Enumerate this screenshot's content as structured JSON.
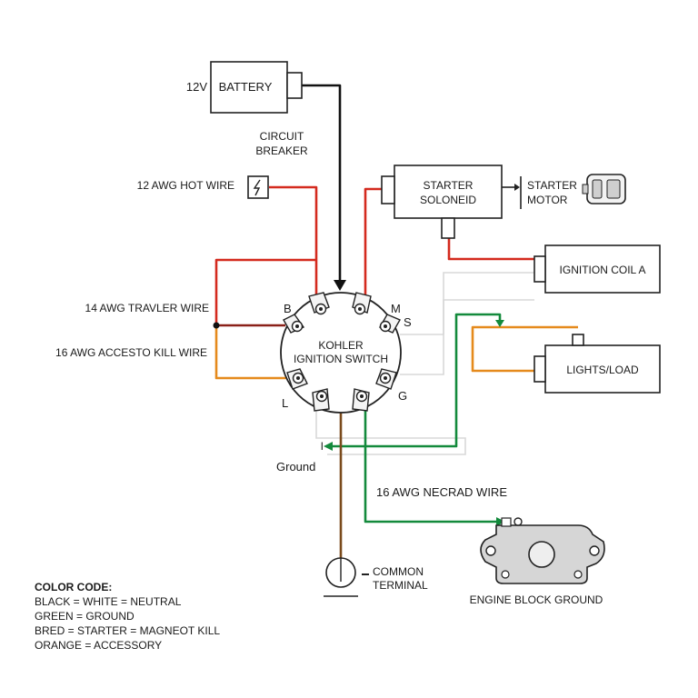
{
  "colors": {
    "black": "#111111",
    "red": "#d42a1e",
    "dark_red": "#8a2018",
    "orange": "#e58a1c",
    "green": "#138a3c",
    "brown": "#7a4a1c",
    "light_gray": "#d8d8d8"
  },
  "labels": {
    "battery": "BATTERY",
    "battery_voltage": "12V",
    "circuit_breaker_line1": "CIRCUIT",
    "circuit_breaker_line2": "BREAKER",
    "hot_wire": "12 AWG HOT WIRE",
    "solenoid_line1": "STARTER",
    "solenoid_line2": "SOLONEID",
    "motor_line1": "STARTER",
    "motor_line2": "MOTOR",
    "ignition_coil": "IGNITION COIL A",
    "lights_load": "LIGHTS/LOAD",
    "traveler_wire": "14 AWG TRAVLER WIRE",
    "accessory_wire": "16 AWG ACCESTO KILL WIRE",
    "switch_line1": "KOHLER",
    "switch_line2": "IGNITION SWITCH",
    "term_b": "B",
    "term_m": "M",
    "term_s": "S",
    "term_l": "L",
    "term_g": "G",
    "term_i": "I",
    "ground": "Ground",
    "necrad_wire": "16 AWG NECRAD WIRE",
    "common_line1": "COMMON",
    "common_line2": "TERMINAL",
    "engine_ground": "ENGINE BLOCK GROUND"
  },
  "legend": {
    "title": "COLOR CODE:",
    "items": [
      "BLACK = WHITE = NEUTRAL",
      "GREEN = GROUND",
      "BRED = STARTER = MAGNEOT KILL",
      "ORANGE = ACCESSORY"
    ]
  }
}
